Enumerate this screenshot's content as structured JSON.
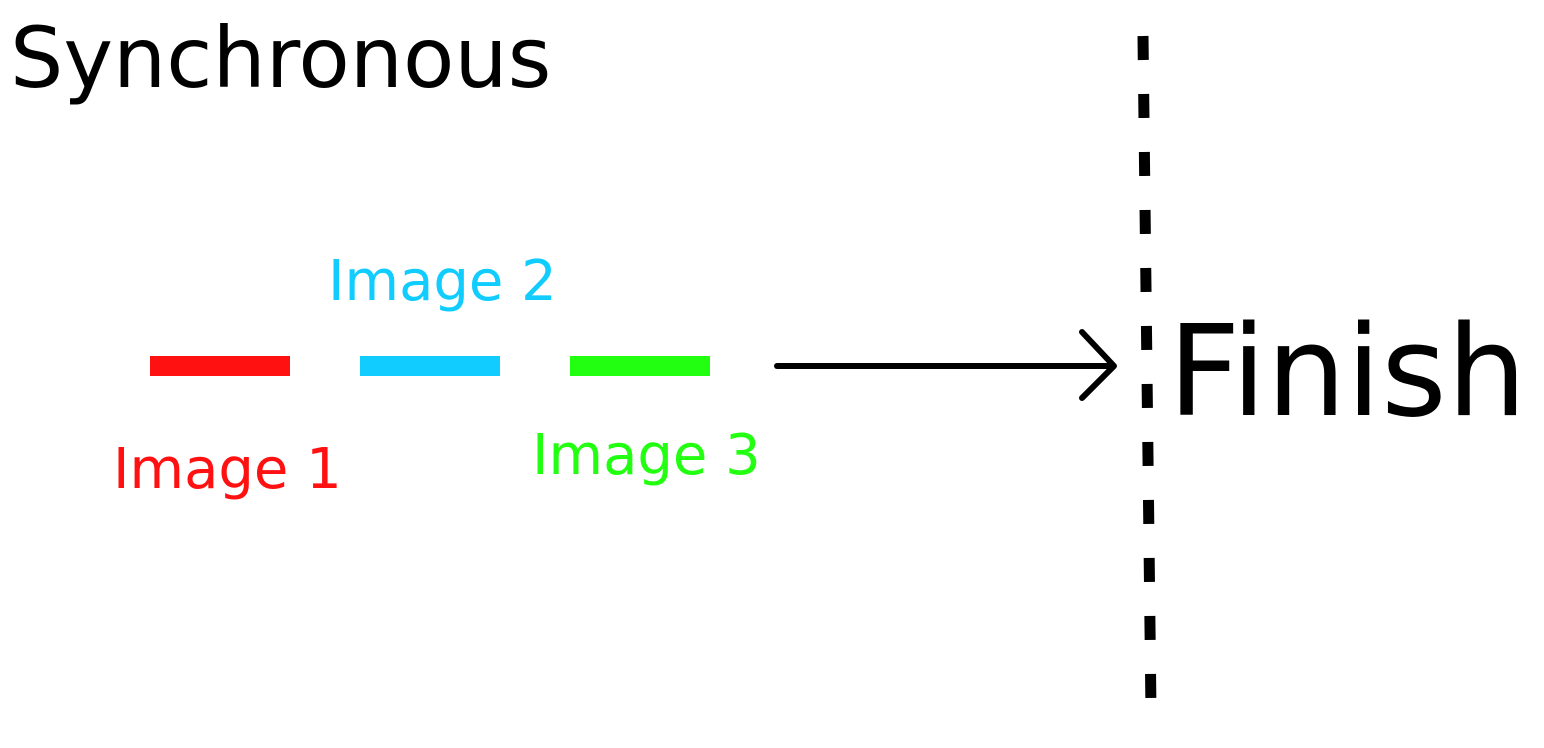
{
  "title": "Synchronous",
  "images": [
    {
      "label": "Image 1",
      "color": "#ff1111"
    },
    {
      "label": "Image 2",
      "color": "#11ccff"
    },
    {
      "label": "Image 3",
      "color": "#22ff11"
    }
  ],
  "finish_label": "Finish",
  "arrow_color": "#000000",
  "finish_line_color": "#000000"
}
